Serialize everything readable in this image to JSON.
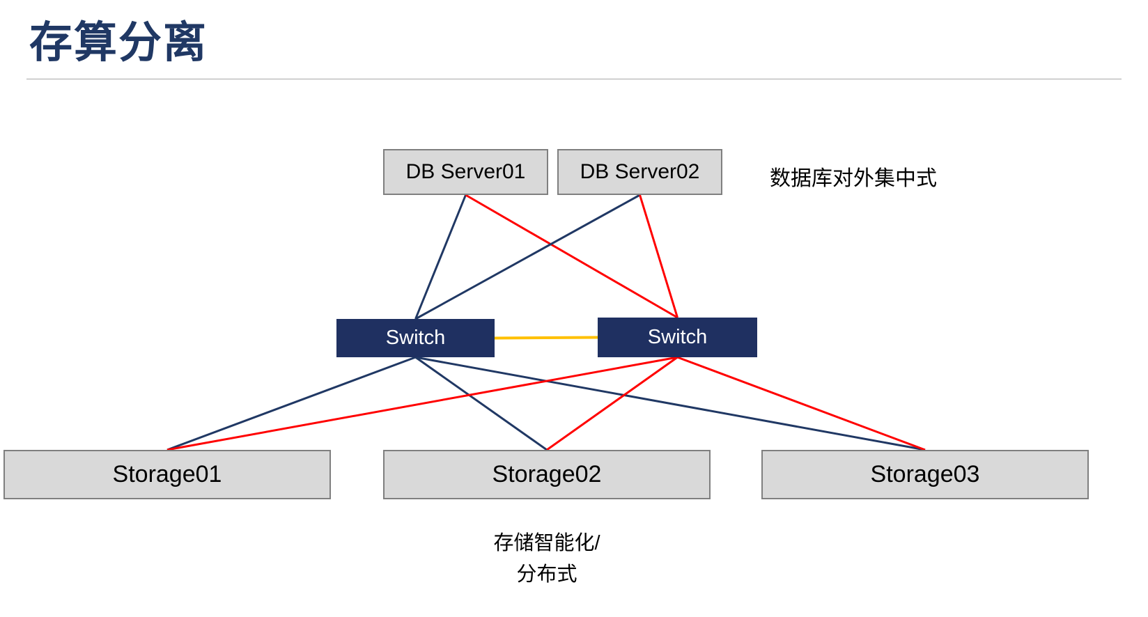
{
  "title": "存算分离",
  "annotations": {
    "db_right": "数据库对外集中式",
    "storage_bottom_line1": "存储智能化/",
    "storage_bottom_line2": "分布式"
  },
  "nodes": {
    "db1": {
      "label": "DB Server01"
    },
    "db2": {
      "label": "DB Server02"
    },
    "sw1": {
      "label": "Switch"
    },
    "sw2": {
      "label": "Switch"
    },
    "st1": {
      "label": "Storage01"
    },
    "st2": {
      "label": "Storage02"
    },
    "st3": {
      "label": "Storage03"
    }
  },
  "colors": {
    "blue": "#203864",
    "red": "#ff0000",
    "orange": "#ffc000",
    "title": "#203864",
    "node_fill": "#d9d9d9",
    "node_border": "#7f7f7f",
    "switch_fill": "#1f3061"
  },
  "edges": [
    {
      "from": "db1",
      "to": "sw1",
      "color": "blue"
    },
    {
      "from": "db1",
      "to": "sw2",
      "color": "red"
    },
    {
      "from": "db2",
      "to": "sw1",
      "color": "blue"
    },
    {
      "from": "db2",
      "to": "sw2",
      "color": "red"
    },
    {
      "from": "sw1",
      "to": "sw2",
      "color": "orange"
    },
    {
      "from": "sw1",
      "to": "st1",
      "color": "blue"
    },
    {
      "from": "sw1",
      "to": "st2",
      "color": "blue"
    },
    {
      "from": "sw1",
      "to": "st3",
      "color": "blue"
    },
    {
      "from": "sw2",
      "to": "st1",
      "color": "red"
    },
    {
      "from": "sw2",
      "to": "st2",
      "color": "red"
    },
    {
      "from": "sw2",
      "to": "st3",
      "color": "red"
    }
  ]
}
